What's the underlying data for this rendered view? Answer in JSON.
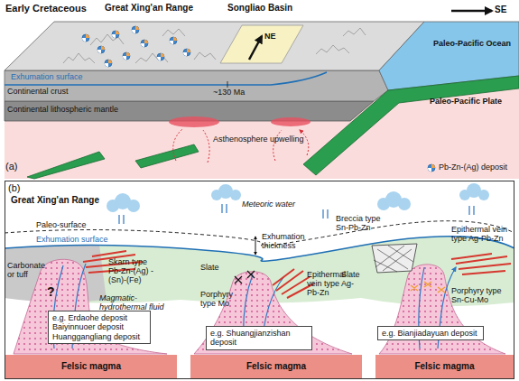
{
  "diagram": {
    "title": "Early Cretaceous",
    "nodes": [
      {
        "text": [
          "(b)"
        ]
      },
      {
        "text": [
          "e.g. Erdaohe deposit Baiyinnuoer deposit Huanggangliang deposit"
        ],
        "in": 0
      },
      {
        "text": [
          "e.g. Shuangjianzishan deposit"
        ],
        "in": 0
      },
      {
        "text": [
          "e.g. Bianjiadayuan deposit"
        ],
        "in": 0
      },
      {
        "text": [
          "Felsic magma"
        ],
        "in": 0
      },
      {
        "text": [
          "Felsic magma"
        ],
        "in": 0
      },
      {
        "text": [
          "Felsic magma"
        ],
        "in": 0
      }
    ],
    "labels": [
      "(a)",
      "Great Xing'an Range",
      "Songliao Basin",
      "NE",
      "SE",
      "Exhumation surface",
      "Continental crust",
      "~130 Ma",
      "Continental lithospheric mantle",
      "Paleo-Pacific Ocean",
      "Paleo-Pacific Plate",
      "Asthenosphere upwelling",
      "Great Xing'an Range",
      "Meteoric water",
      "Paleo-surface",
      "Exhumation thickness",
      "Exhumation surface",
      "Carbonate or tuff",
      "Skarn type Pb-Zn-(Ag) -(Sn)-(Fe)",
      "?",
      "Magmatic-hydrothermal fluid",
      "Slate",
      "Porphyry type Mo",
      "Epithermal vein type Ag-Pb-Zn",
      "Breccia type Sn-Pb-Zn",
      "Slate",
      "Porphyry type Sn-Cu-Mo",
      "Epithermal vein type Ag-Pb-Zn"
    ],
    "legend": [
      {
        "text": "Pb-Zn-(Ag) deposit"
      }
    ]
  }
}
